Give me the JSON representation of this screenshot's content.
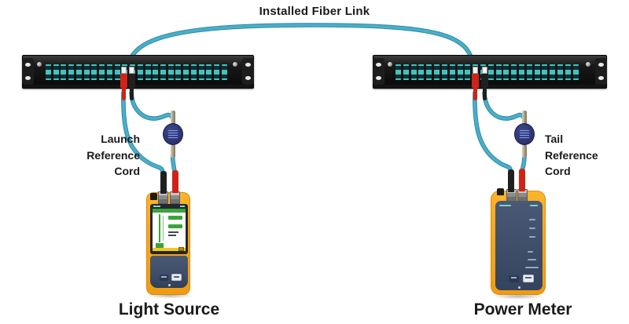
{
  "diagram": {
    "title": "Installed Fiber Link",
    "cord_left": {
      "line1": "Launch",
      "line2": "Reference",
      "line3": "Cord"
    },
    "cord_right": {
      "line1": "Tail",
      "line2": "Reference",
      "line3": "Cord"
    },
    "device_left": {
      "label": "Light Source"
    },
    "device_right": {
      "label": "Power Meter"
    },
    "panels": {
      "count": 2,
      "ports_per_panel": 24
    },
    "connectors": {
      "panel_left": [
        "red",
        "black"
      ],
      "panel_right": [
        "red",
        "black"
      ],
      "device_left": [
        "black",
        "red"
      ],
      "device_right": [
        "black",
        "red"
      ]
    },
    "colors": {
      "fiber_cable": "#4aafc9",
      "fiber_cable_dark": "#2e8aa3",
      "port_aqua": "#43c3bc",
      "port_slot": "#0d3038",
      "coupler_navy": "#2c3472",
      "device_yellow": "#f8a81e",
      "device_panel_navy": "#3e4e69",
      "connector_red": "#d02318",
      "connector_black": "#202020",
      "screen_green": "#3ba43a",
      "logo_yellow": "#f6c915"
    }
  }
}
